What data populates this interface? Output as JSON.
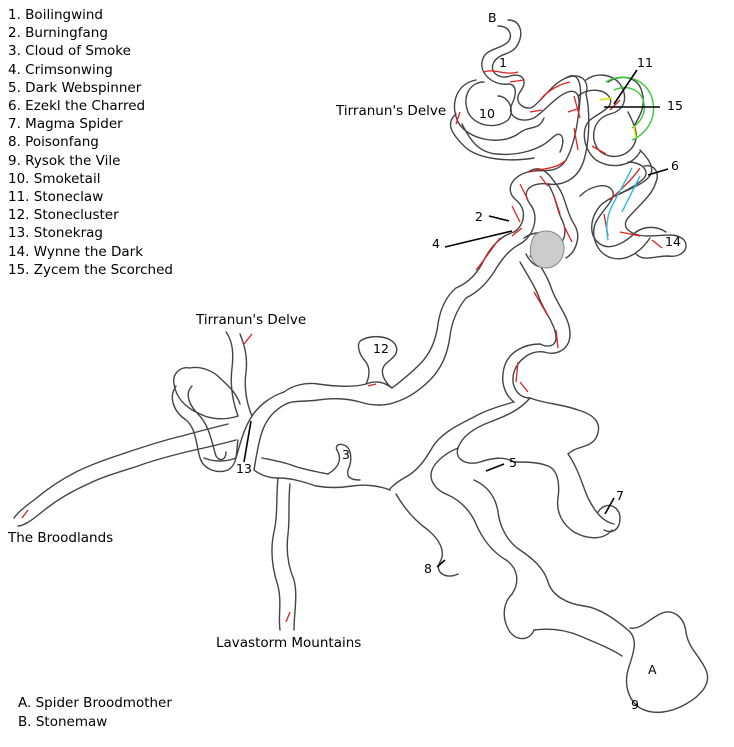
{
  "legend": {
    "npcs": [
      "1. Boilingwind",
      "2. Burningfang",
      "3. Cloud of Smoke",
      "4. Crimsonwing",
      "5. Dark Webspinner",
      "6. Ezekl the Charred",
      "7. Magma Spider",
      "8. Poisonfang",
      "9. Rysok the Vile",
      "10. Smoketail",
      "11. Stoneclaw",
      "12. Stonecluster",
      "13. Stonekrag",
      "14. Wynne the Dark",
      "15. Zycem the Scorched"
    ],
    "bosses": [
      "A. Spider Broodmother",
      "B. Stonemaw"
    ]
  },
  "places": {
    "delve_top": "Tirranun's Delve",
    "delve_mid": "Tirranun's Delve",
    "broodlands": "The Broodlands",
    "lavastorm": "Lavastorm Mountains"
  },
  "markers": {
    "m1": "1",
    "m2": "2",
    "m3": "3",
    "m4": "4",
    "m5": "5",
    "m6": "6",
    "m7": "7",
    "m8": "8",
    "m9": "9",
    "m10": "10",
    "m11": "11",
    "m12": "12",
    "m13": "13",
    "m14": "14",
    "m15": "15",
    "mA": "A",
    "mB": "B"
  },
  "colors": {
    "background": "#ffffff",
    "tunnel_outline": "#444444",
    "route_red": "#e02020",
    "route_green": "#33cc33",
    "route_cyan": "#33bbdd",
    "route_yellow": "#dddd00",
    "rock_fill": "#cccccc"
  }
}
